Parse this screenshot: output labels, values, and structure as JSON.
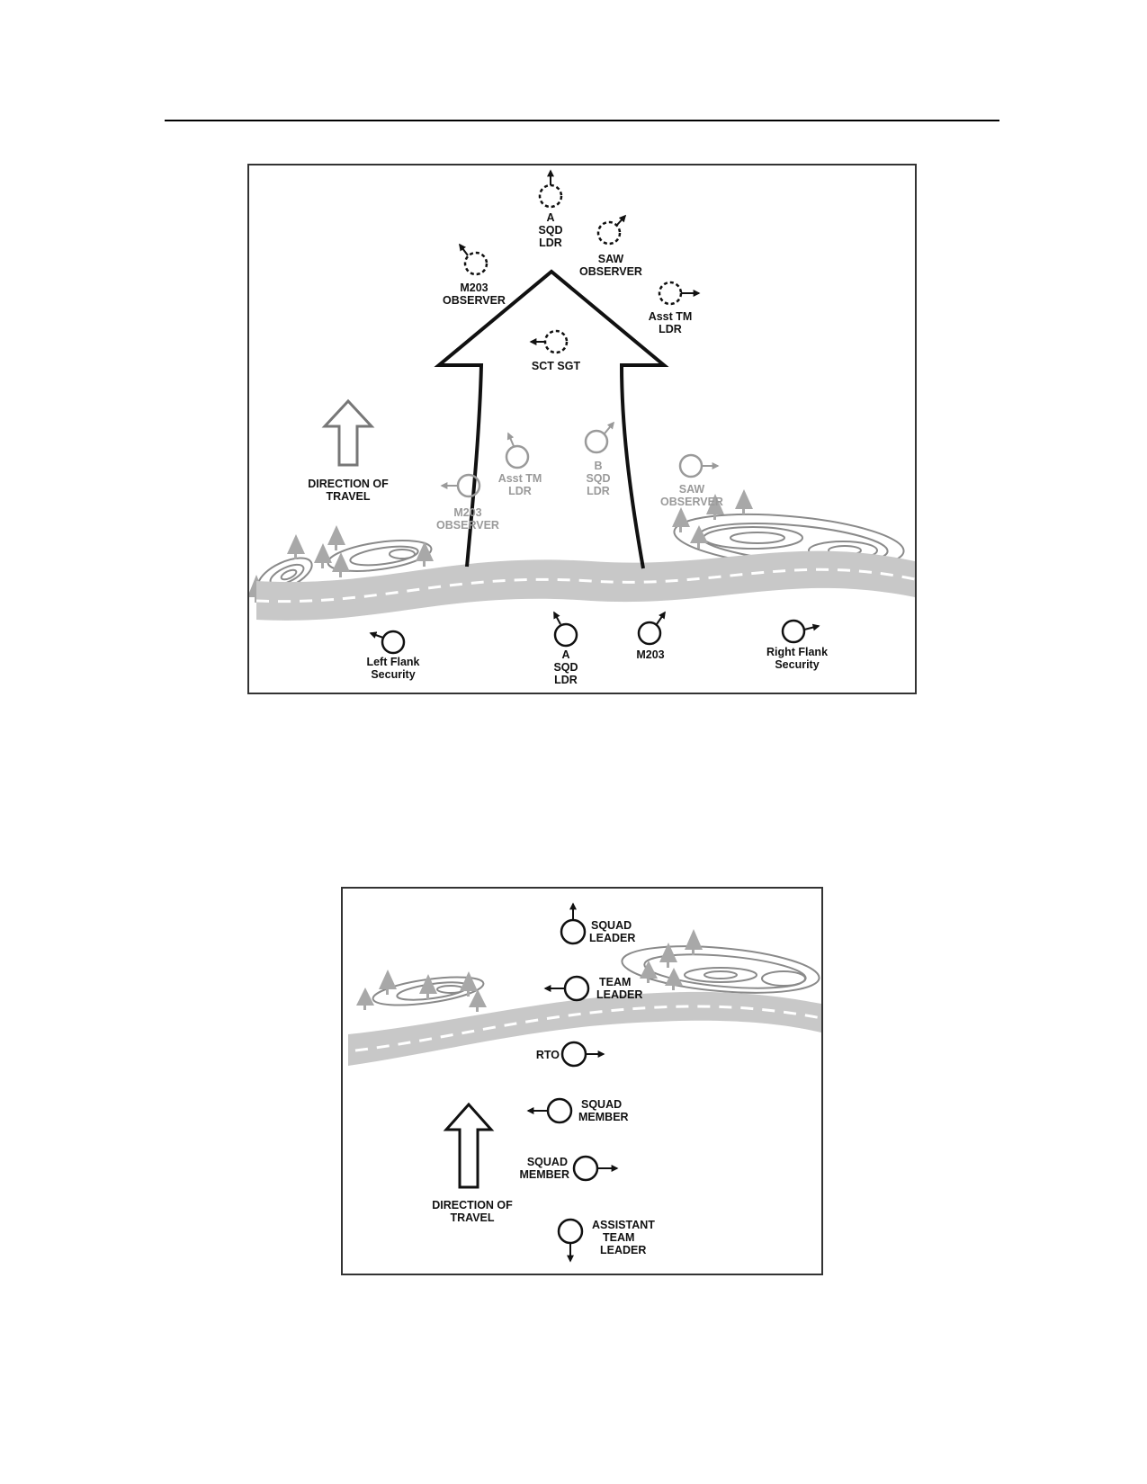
{
  "figure1": {
    "direction_label": [
      "DIRECTION OF",
      "TRAVEL"
    ],
    "dark_markers": [
      {
        "id": "a-sqd-ldr-top",
        "label": [
          "A",
          "SQD",
          "LDR"
        ],
        "dir": "up"
      },
      {
        "id": "m203-observer",
        "label": [
          "M203",
          "OBSERVER"
        ],
        "dir": "up-left"
      },
      {
        "id": "saw-observer",
        "label": [
          "SAW",
          "OBSERVER"
        ],
        "dir": "up-right"
      },
      {
        "id": "asst-tm-ldr",
        "label": [
          "Asst TM",
          "LDR"
        ],
        "dir": "right"
      },
      {
        "id": "sct-sgt",
        "label": [
          "SCT SGT"
        ],
        "dir": "left"
      }
    ],
    "gray_markers": [
      {
        "id": "asst-tm-ldr-gray",
        "label": [
          "Asst TM",
          "LDR"
        ],
        "dir": "up-left"
      },
      {
        "id": "b-sqd-ldr",
        "label": [
          "B",
          "SQD",
          "LDR"
        ],
        "dir": "up-right"
      },
      {
        "id": "saw-observer-gray",
        "label": [
          "SAW",
          "OBSERVER"
        ],
        "dir": "right"
      },
      {
        "id": "m203-observer-gray",
        "label": [
          "M203",
          "OBSERVER"
        ],
        "dir": "left"
      }
    ],
    "road_markers": [
      {
        "id": "left-flank-security",
        "label": [
          "Left Flank",
          "Security"
        ],
        "dir": "up-left"
      },
      {
        "id": "a-sqd-ldr-road",
        "label": [
          "A",
          "SQD",
          "LDR"
        ],
        "dir": "up-left"
      },
      {
        "id": "m203",
        "label": [
          "M203"
        ],
        "dir": "up-right"
      },
      {
        "id": "right-flank-security",
        "label": [
          "Right Flank",
          "Security"
        ],
        "dir": "right"
      }
    ]
  },
  "figure2": {
    "direction_label": [
      "DIRECTION OF",
      "TRAVEL"
    ],
    "markers": [
      {
        "id": "squad-leader",
        "label": [
          "SQUAD",
          "LEADER"
        ],
        "dir": "up"
      },
      {
        "id": "team-leader",
        "label": [
          "TEAM",
          "LEADER"
        ],
        "dir": "left"
      },
      {
        "id": "rto",
        "label": [
          "RTO"
        ],
        "dir": "right"
      },
      {
        "id": "squad-member-1",
        "label": [
          "SQUAD",
          "MEMBER"
        ],
        "dir": "left"
      },
      {
        "id": "squad-member-2",
        "label": [
          "SQUAD",
          "MEMBER"
        ],
        "dir": "right"
      },
      {
        "id": "assistant-team-leader",
        "label": [
          "ASSISTANT",
          "TEAM",
          "LEADER"
        ],
        "dir": "down"
      }
    ]
  },
  "colors": {
    "dark": "#111111",
    "gray": "#9a9a9a",
    "road": "#c8c8c8",
    "tree": "#a8a8a8",
    "contour": "#8a8a8a"
  }
}
